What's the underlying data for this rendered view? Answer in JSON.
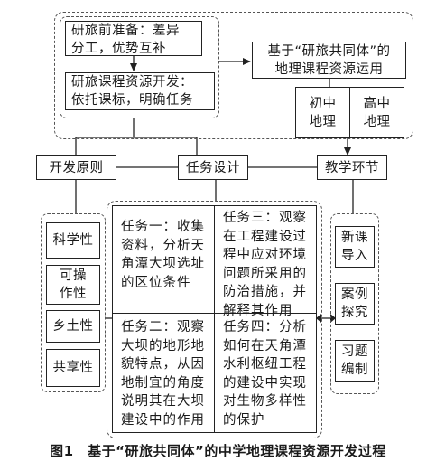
{
  "top_boxes": {
    "prep": [
      "研旅前准备：差异",
      "分工，优势互补"
    ],
    "dev": [
      "研旅课程资源开发：",
      "依托课标，明确任务"
    ],
    "usage": [
      "基于“研旅共同体”的",
      "地理课程资源运用"
    ]
  },
  "levels": {
    "junior": [
      "初中",
      "地理"
    ],
    "senior": [
      "高中",
      "地理"
    ]
  },
  "headers": {
    "principles": "开发原则",
    "task_design": "任务设计",
    "teaching": "教学环节"
  },
  "principles": [
    [
      "科学性"
    ],
    [
      "可操",
      "作性"
    ],
    [
      "乡土性"
    ],
    [
      "共享性"
    ]
  ],
  "tasks": {
    "task1": [
      "任务一：收集",
      "资料，分析天",
      "角潭大坝选址",
      "的区位条件"
    ],
    "task2": [
      "任务二：观察",
      "大坝的地形地",
      "貌特点，从因",
      "地制宜的角度",
      "说明其在大坝",
      "建设中的作用"
    ],
    "task3": [
      "任务三：观察",
      "在工程建设过",
      "程中应对环境",
      "问题所采用的",
      "防治措施，并",
      "解释其作用"
    ],
    "task4": [
      "任务四：分析",
      "如何在天角潭",
      "水利枢纽工程",
      "的建设中实现",
      "对生物多样性",
      "的保护"
    ]
  },
  "teaching_steps": [
    [
      "新课",
      "导入"
    ],
    [
      "案例",
      "探究"
    ],
    [
      "习题",
      "编制"
    ]
  ],
  "caption": "图1　基于“研旅共同体”的中学地理课程资源开发过程"
}
